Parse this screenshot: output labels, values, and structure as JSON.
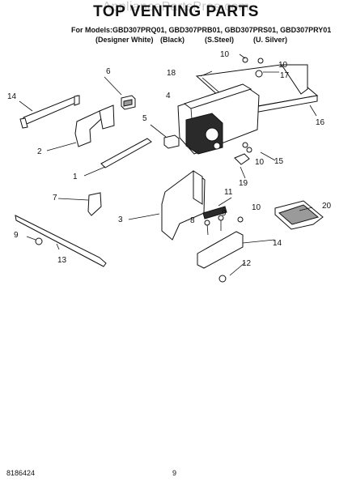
{
  "watermark": "AppliancePartsPros.com",
  "title": "TOP VENTING PARTS",
  "models_line": "For Models:GBD307PRQ01, GBD307PRB01, GBD307PRS01, GBD307PRY01",
  "variants": [
    "(Designer White)",
    "(Black)",
    "(S.Steel)",
    "(U. Silver)"
  ],
  "callouts": {
    "n1": "1",
    "n2": "2",
    "n3": "3",
    "n4": "4",
    "n5": "5",
    "n6": "6",
    "n7": "7",
    "n8": "8",
    "n9": "9",
    "n10a": "10",
    "n10b": "10",
    "n10c": "10",
    "n10d": "10",
    "n11": "11",
    "n12": "12",
    "n13": "13",
    "n14a": "14",
    "n14b": "14",
    "n15": "15",
    "n16": "16",
    "n17": "17",
    "n18": "18",
    "n19": "19",
    "n20": "20"
  },
  "footer": {
    "doc_number": "8186424",
    "page_number": "9"
  }
}
